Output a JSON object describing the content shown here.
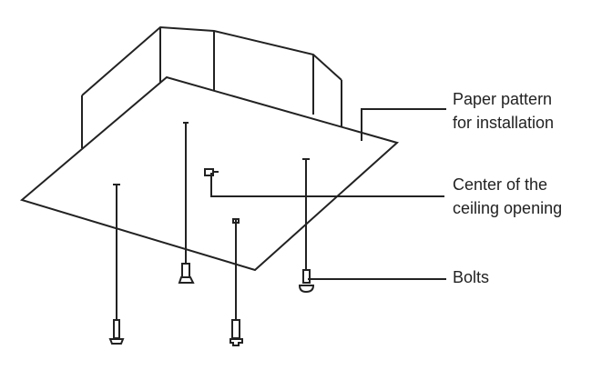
{
  "labels": {
    "paper_pattern": [
      "Paper pattern",
      "for installation"
    ],
    "center": [
      "Center of the",
      "ceiling opening"
    ],
    "bolts": "Bolts"
  },
  "colors": {
    "line": "#222222",
    "background": "#ffffff"
  }
}
